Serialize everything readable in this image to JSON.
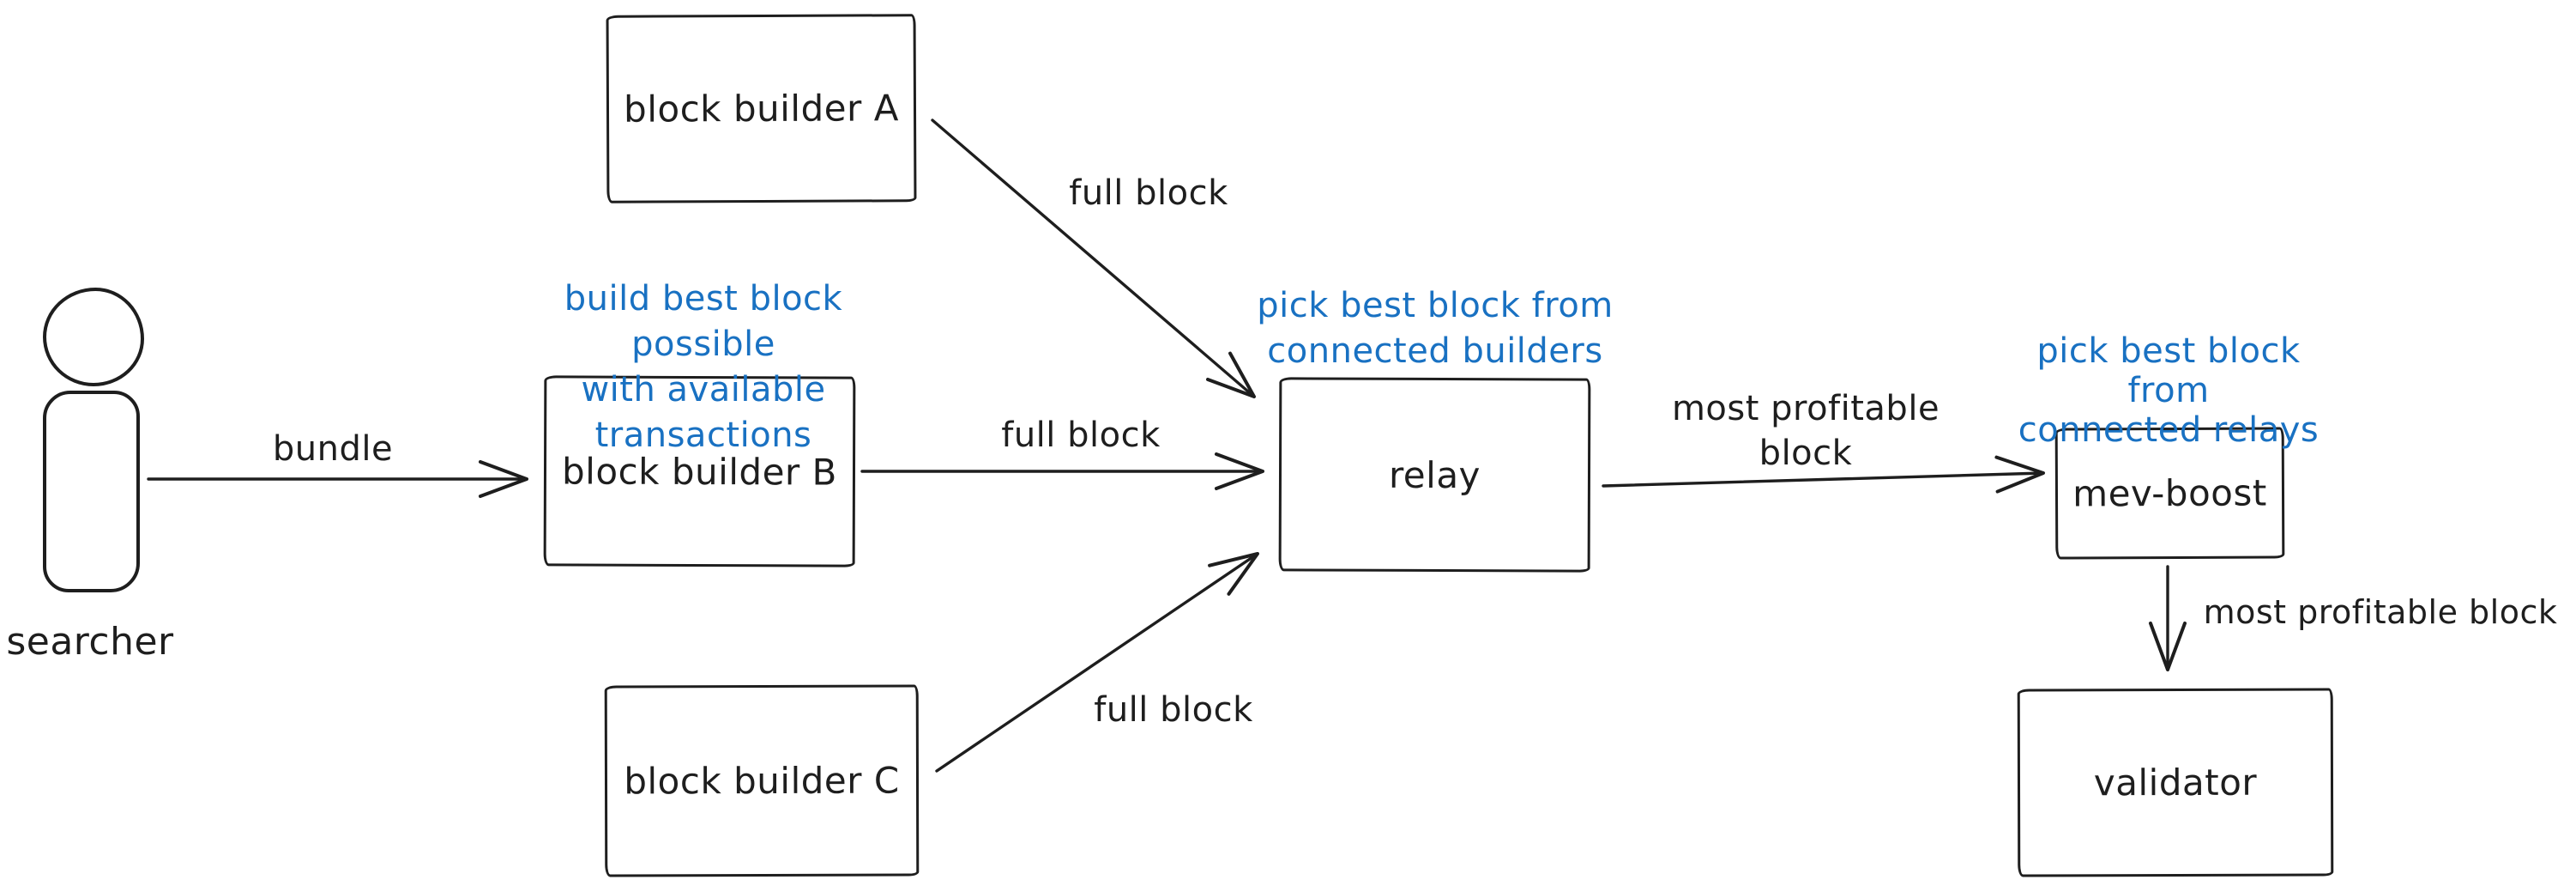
{
  "colors": {
    "stroke": "#1e1e1e",
    "annotation_text": "#1971c2",
    "background": "#ffffff"
  },
  "nodes": {
    "searcher": {
      "label": "searcher"
    },
    "builder_a": {
      "label": "block builder A"
    },
    "builder_b": {
      "label": "block builder B"
    },
    "builder_c": {
      "label": "block builder C"
    },
    "relay": {
      "label": "relay"
    },
    "mev_boost": {
      "label": "mev-boost"
    },
    "validator": {
      "label": "validator"
    }
  },
  "edges": {
    "bundle": {
      "label": "bundle"
    },
    "a_to_relay": {
      "label": "full block"
    },
    "b_to_relay": {
      "label": "full block"
    },
    "c_to_relay": {
      "label": "full block"
    },
    "relay_to_mevboost": {
      "label_line1": "most profitable",
      "label_line2": "block"
    },
    "mevboost_to_validator": {
      "label": "most profitable block"
    }
  },
  "annotations": {
    "builders": {
      "line1": "build best block possible",
      "line2": "with available transactions"
    },
    "relay": {
      "line1": "pick best block from",
      "line2": "connected builders"
    },
    "mev_boost": {
      "line1": "pick best block from",
      "line2": "connected relays"
    }
  }
}
